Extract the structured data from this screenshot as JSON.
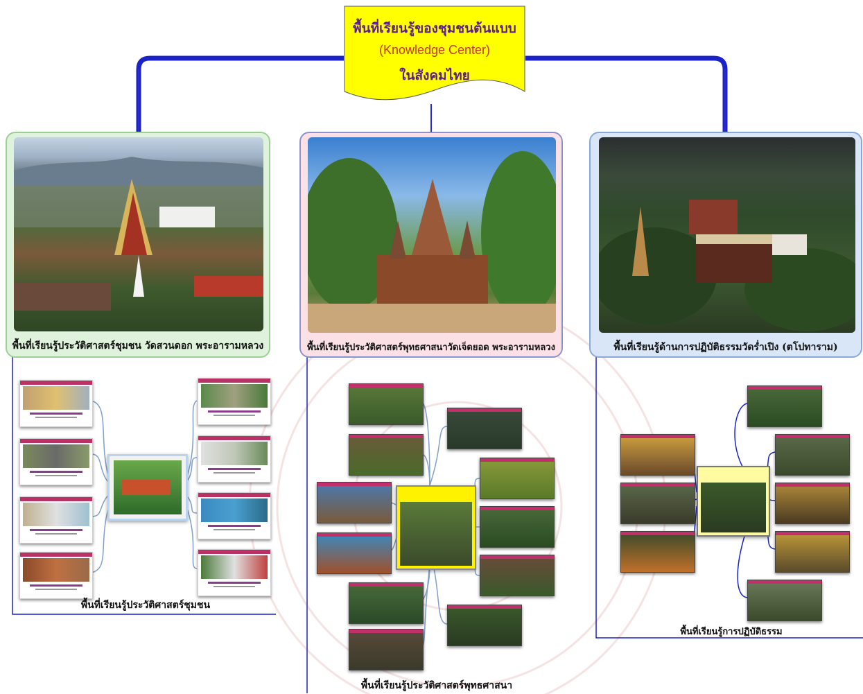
{
  "title": {
    "line1": "พื้นที่เรียนรู้ของชุมชนต้นแบบ",
    "line2": "(Knowledge Center)",
    "line3": "ในสังคมไทย"
  },
  "panels": {
    "left_caption": "พื้นที่เรียนรู้ประวัติศาสตร์ชุมชน วัดสวนดอก พระอารามหลวง",
    "center_caption": "พื้นที่เรียนรู้ประวัติศาสตร์พุทธศาสนาวัดเจ็ดยอด พระอารามหลวง",
    "right_caption": "พื้นที่เรียนรู้ด้านการปฏิบัติธรรมวัดร่ำเปิง (ตโปทาราม)"
  },
  "sections": {
    "left_label": "พื้นที่เรียนรู้ประวัติศาสตร์ชุมชน",
    "center_label": "พื้นที่เรียนรู้ประวัติศาสตร์พุทธศาสนา",
    "right_label": "พื้นที่เรียนรู้การปฏิบัติธรรม"
  },
  "colors": {
    "connector_blue": "#1a22c8",
    "title_fill": "#ffff00",
    "left_panel_bg": "#dff3dc",
    "center_panel_bg": "#fbe0e6",
    "right_panel_bg": "#d9e6f7"
  }
}
